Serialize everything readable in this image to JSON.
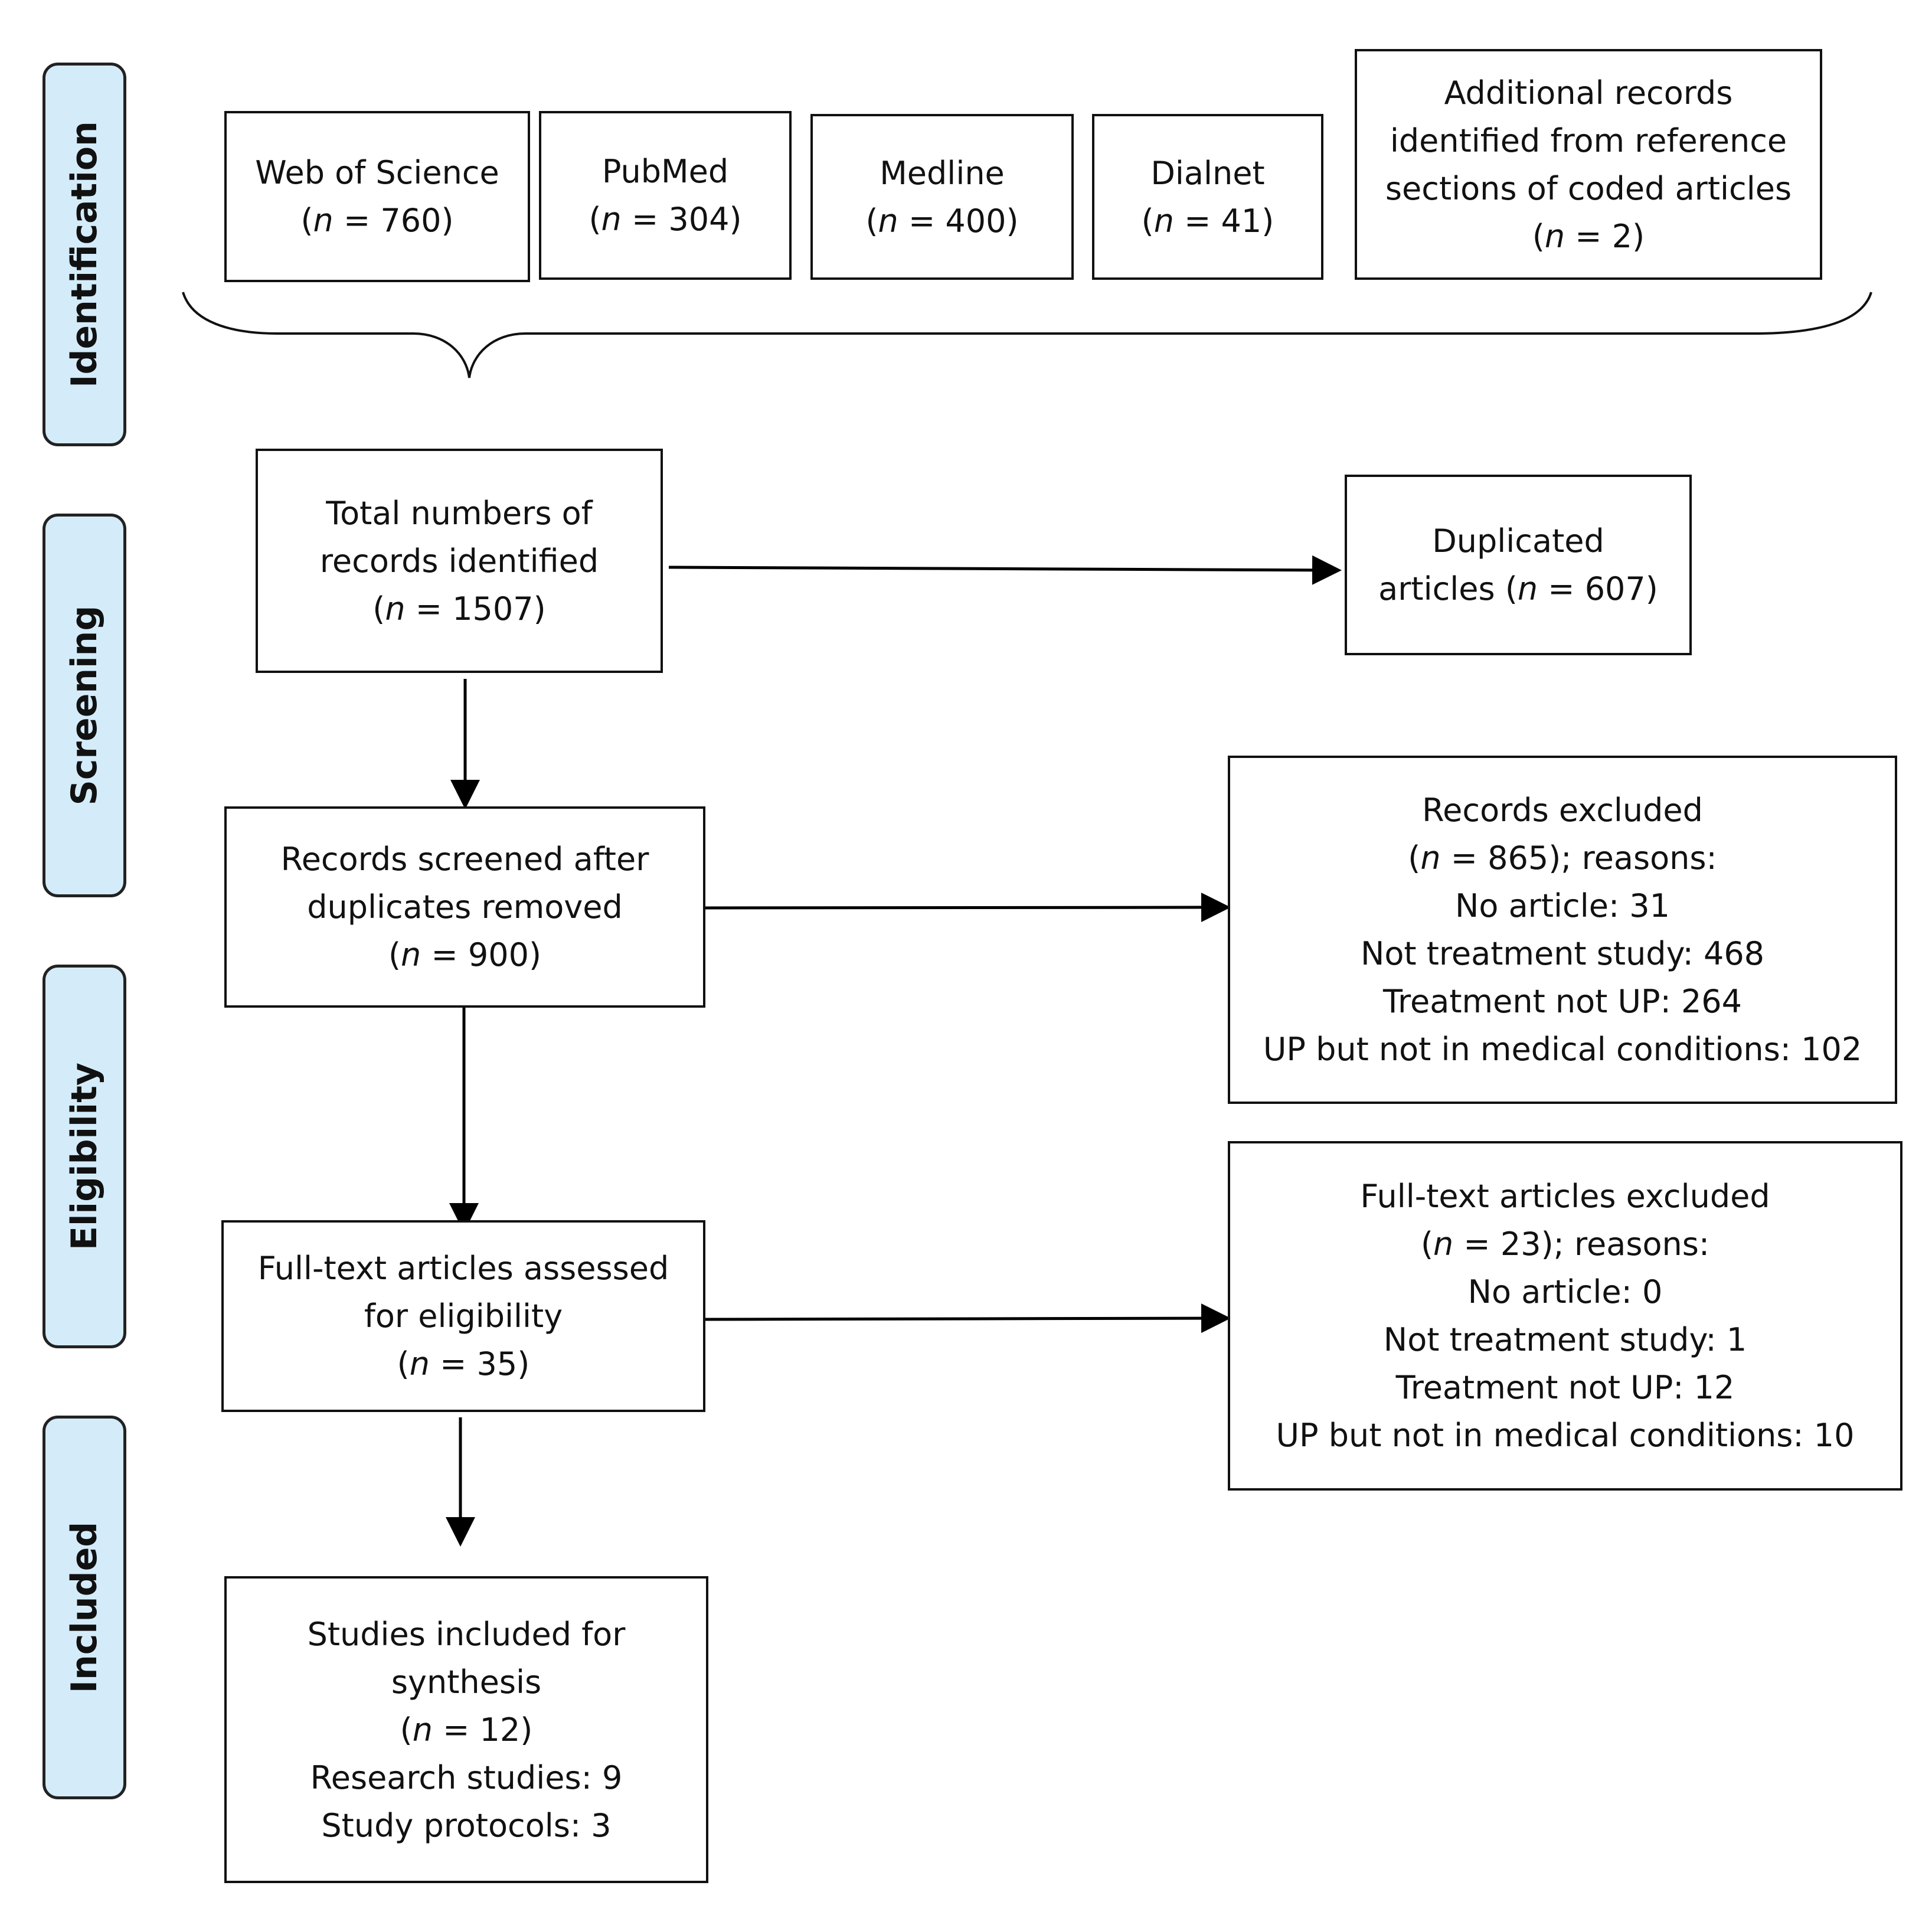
{
  "stages": [
    {
      "id": "identification",
      "label": "Identification"
    },
    {
      "id": "screening",
      "label": "Screening"
    },
    {
      "id": "eligibility",
      "label": "Eligibility"
    },
    {
      "id": "included",
      "label": "Included"
    }
  ],
  "sources": [
    {
      "name": "Web of Science",
      "count": "760"
    },
    {
      "name": "PubMed",
      "count": "304"
    },
    {
      "name": "Medline",
      "count": "400"
    },
    {
      "name": "Dialnet",
      "count": "41"
    }
  ],
  "additional": {
    "lines": [
      "Additional records",
      "identified from reference",
      "sections of coded articles"
    ],
    "count": "2"
  },
  "total": {
    "lines": [
      "Total numbers of",
      "records identified"
    ],
    "count": "1507"
  },
  "duplicates": {
    "line1": "Duplicated",
    "line2_prefix": "articles (",
    "count": "607",
    "line2_suffix": ")"
  },
  "screened": {
    "lines": [
      "Records screened after",
      "duplicates removed"
    ],
    "count": "900"
  },
  "excluded_records": {
    "title": "Records excluded",
    "count": "865",
    "count_suffix": "); reasons:",
    "reasons": [
      "No article: 31",
      "Not treatment study: 468",
      "Treatment not UP: 264",
      "UP but not in medical conditions: 102"
    ]
  },
  "fulltext": {
    "lines": [
      "Full-text articles assessed",
      "for eligibility"
    ],
    "count": "35"
  },
  "excluded_fulltext": {
    "title": "Full-text articles excluded",
    "count": "23",
    "count_suffix": "); reasons:",
    "reasons": [
      "No article: 0",
      "Not treatment study: 1",
      "Treatment not UP: 12",
      "UP but not in medical conditions: 10"
    ]
  },
  "included": {
    "lines": [
      "Studies included for",
      "synthesis"
    ],
    "count": "12",
    "details": [
      "Research studies: 9",
      "Study protocols: 3"
    ]
  },
  "n_symbol": "n",
  "eq": " = "
}
